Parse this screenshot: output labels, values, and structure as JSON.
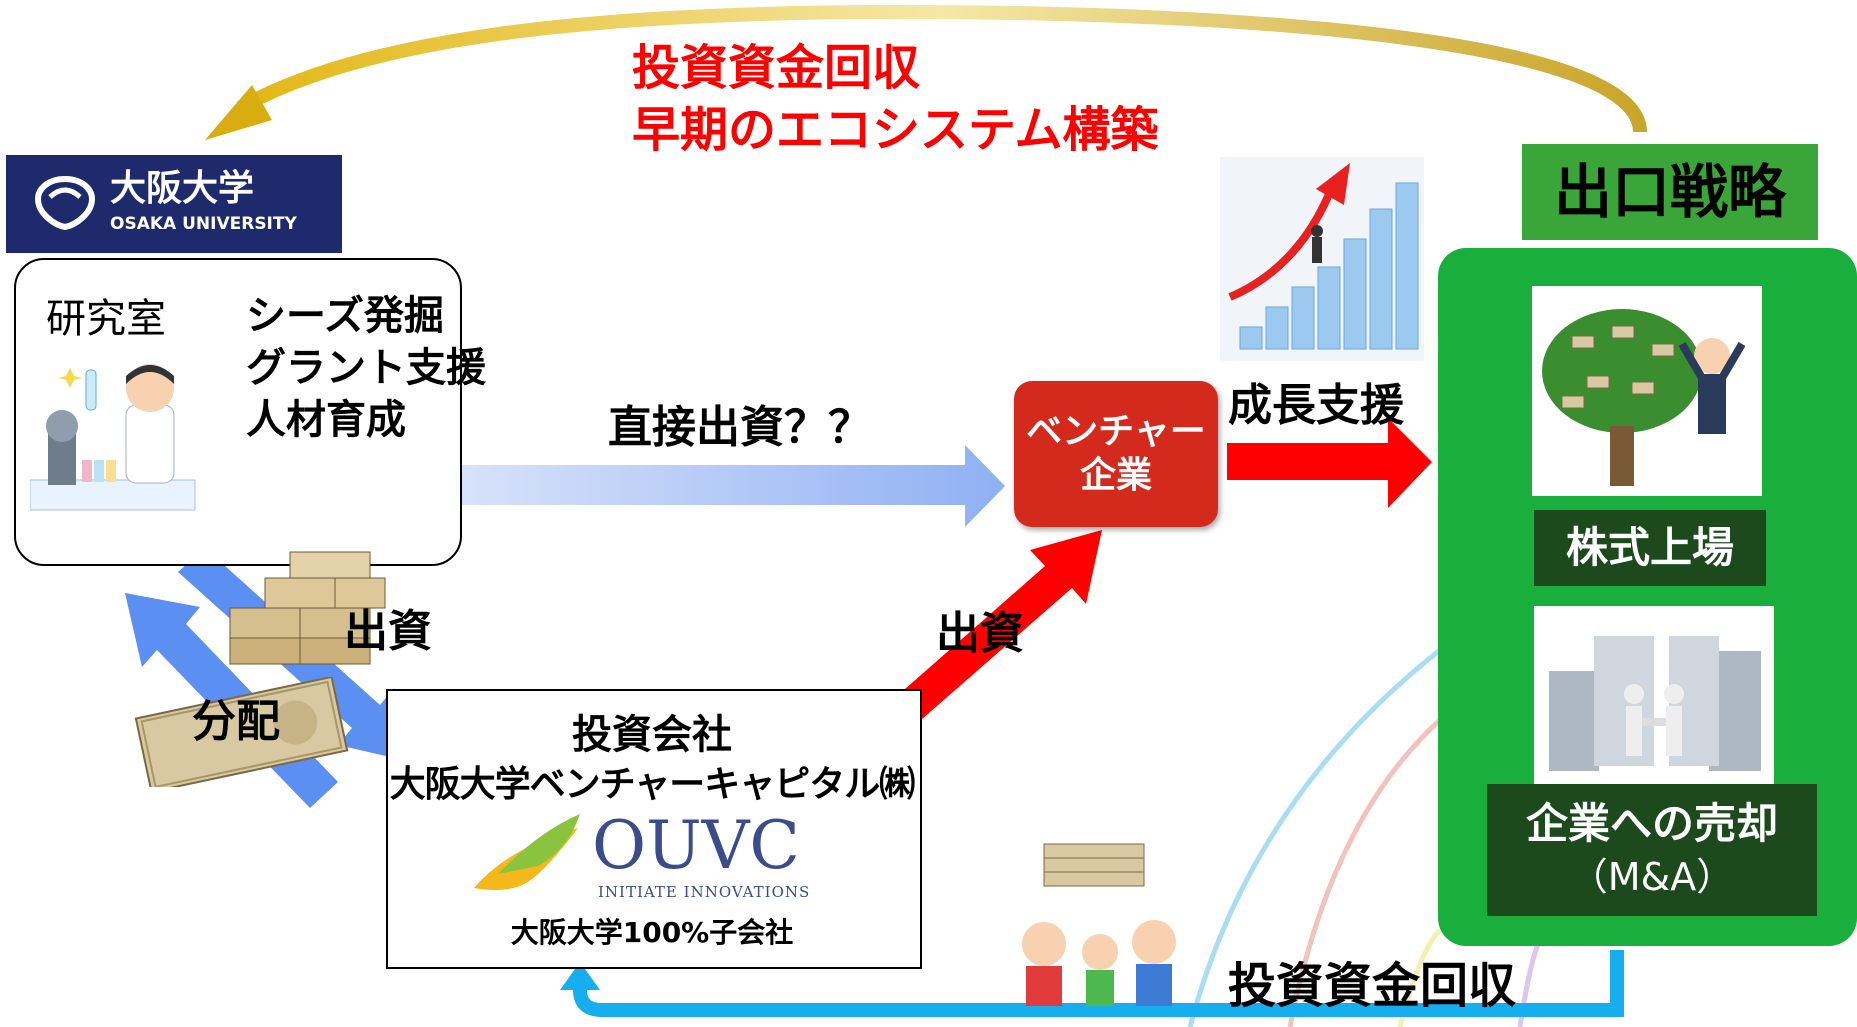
{
  "top_caption": {
    "line1": "投資資金回収",
    "line2": "早期のエコシステム構築",
    "color": "#ff0000"
  },
  "university": {
    "name": "大阪大学",
    "name_en": "OSAKA UNIVERSITY",
    "color": "#1e2a6b"
  },
  "lab": {
    "title": "研究室",
    "activities": [
      "シーズ発掘",
      "グラント支援",
      "人材育成"
    ]
  },
  "arrows": {
    "direct_investment": "直接出資？？",
    "growth_support": "成長支援",
    "investment_left": "出資",
    "distribution": "分配",
    "investment_right": "出資",
    "bottom_return": "投資資金回収"
  },
  "venture": {
    "label_line1": "ベンチャー",
    "label_line2": "企業",
    "color": "#d42a1e"
  },
  "exit_strategy": {
    "title": "出口戦略",
    "option1": "株式上場",
    "option2_line1": "企業への売却",
    "option2_line2": "（M&A）",
    "color": "#1aae3c"
  },
  "vc": {
    "heading": "投資会社",
    "name": "大阪大学ベンチャーキャピタル㈱",
    "logo": "OUVC",
    "tagline": "INITIATE INNOVATIONS",
    "subsidiary": "大阪大学100%子会社"
  }
}
